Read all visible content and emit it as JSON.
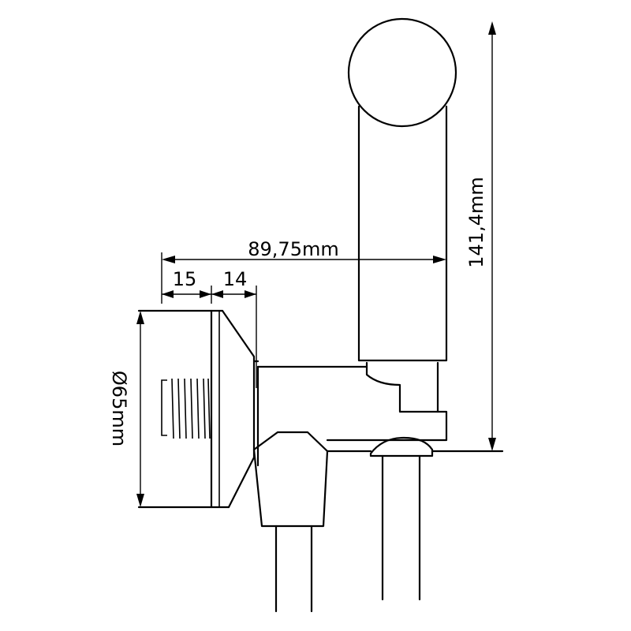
{
  "dimensions": {
    "overall_width": "89,75mm",
    "thread_depth": "15",
    "flange_depth": "14",
    "diameter": "Ø65mm",
    "overall_height": "141,4mm"
  }
}
